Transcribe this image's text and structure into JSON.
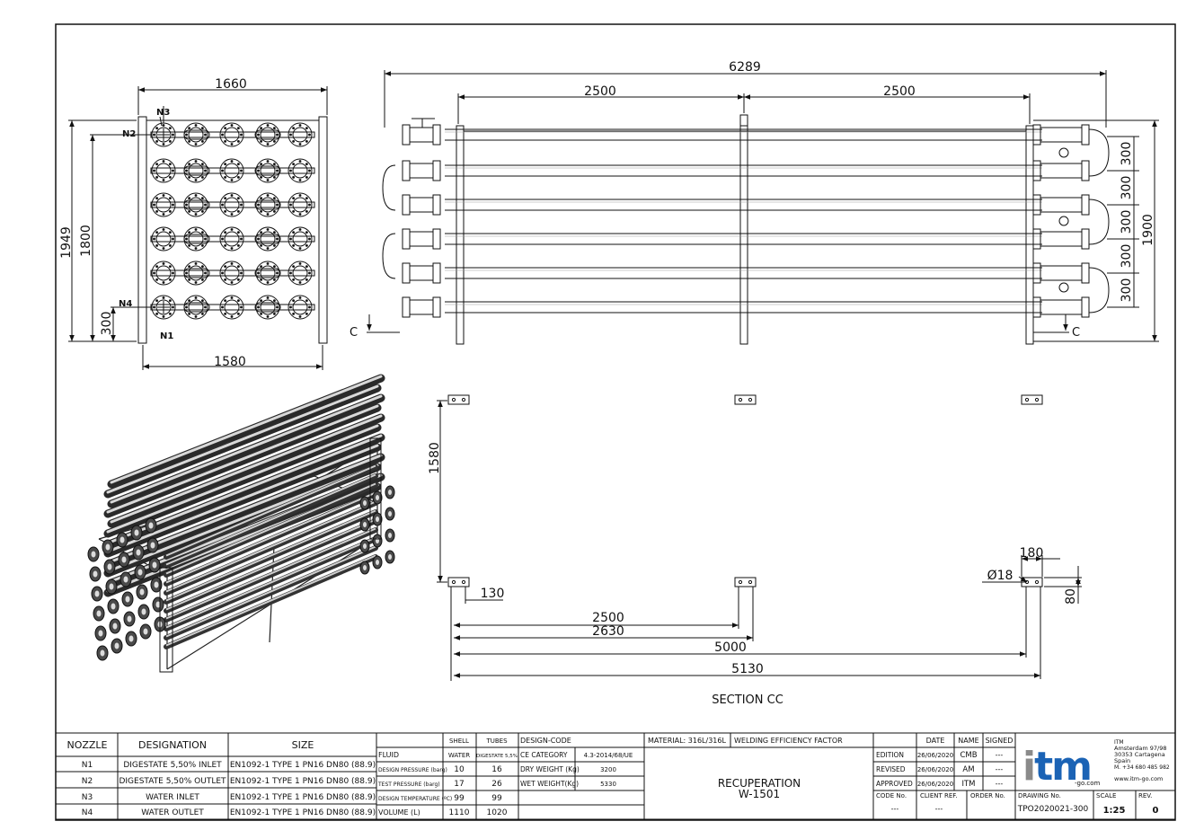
{
  "front_view": {
    "dim_top": "1660",
    "dim_bottom": "1580",
    "dim_height_outer": "1949",
    "dim_height_inner": "1800",
    "dim_low": "300",
    "nozzle_labels": [
      "N3",
      "N2",
      "N4",
      "N1"
    ]
  },
  "side_view": {
    "dim_overall": "6289",
    "dim_left_span": "2500",
    "dim_right_span": "2500",
    "dim_right_height": "1900",
    "dim_pitches": [
      "300",
      "300",
      "300",
      "300",
      "300"
    ],
    "section_left": "C",
    "section_right": "C"
  },
  "section_view": {
    "dim_height": "1580",
    "dim_130": "130",
    "dim_180": "180",
    "dim_hole": "Ø18",
    "dim_80": "80",
    "dim_2500": "2500",
    "dim_2630": "2630",
    "dim_5000": "5000",
    "dim_5130": "5130",
    "caption": "SECTION CC"
  },
  "nozzle_table": {
    "headers": [
      "NOZZLE",
      "DESIGNATION",
      "SIZE"
    ],
    "rows": [
      [
        "N1",
        "DIGESTATE 5,50% INLET",
        "EN1092-1 TYPE 1 PN16 DN80 (88.9)"
      ],
      [
        "N2",
        "DIGESTATE 5,50% OUTLET",
        "EN1092-1 TYPE 1 PN16 DN80 (88.9)"
      ],
      [
        "N3",
        "WATER INLET",
        "EN1092-1 TYPE 1 PN16 DN80 (88.9)"
      ],
      [
        "N4",
        "WATER OUTLET",
        "EN1092-1 TYPE 1 PN16 DN80 (88.9)"
      ]
    ]
  },
  "design_table": {
    "col_shell": "SHELL",
    "col_tubes": "TUBES",
    "col_code": "DESIGN-CODE",
    "rows": [
      [
        "FLUID",
        "WATER",
        "DIGESTATE 5,5%",
        "CE CATEGORY",
        "4.3-2014/68/UE"
      ],
      [
        "DESIGN PRESSURE (barg)",
        "10",
        "16",
        "DRY WEIGHT (Kg)",
        "3200"
      ],
      [
        "TEST PRESSURE (barg)",
        "17",
        "26",
        "WET WEIGHT(Kg)",
        "5330"
      ],
      [
        "DESIGN TEMPERATURE (ºC)",
        "99",
        "99",
        "",
        ""
      ],
      [
        "VOLUME (L)",
        "1110",
        "1020",
        "",
        ""
      ]
    ]
  },
  "title_block": {
    "material": "MATERIAL: 316L/316L",
    "welding": "WELDING EFFICIENCY FACTOR",
    "title_line1": "RECUPERATION",
    "title_line2": "W-1501",
    "rev_headers": [
      "DATE",
      "NAME",
      "SIGNED"
    ],
    "rev_rows": [
      [
        "EDITION",
        "26/06/2020",
        "CMB",
        "---"
      ],
      [
        "REVISED",
        "26/06/2020",
        "AM",
        "---"
      ],
      [
        "APPROVED",
        "26/06/2020",
        "ITM",
        "---"
      ]
    ],
    "code_label": "CODE No.",
    "client_label": "CLIENT REF.",
    "order_label": "ORDER No.",
    "code_value": "---",
    "client_value": "---",
    "drawing_label": "DRAWING No.",
    "drawing_value": "TPO2020021-300",
    "scale_label": "SCALE",
    "scale_value": "1:25",
    "rev_label": "REV.",
    "rev_value": "0",
    "logo_text": "itm",
    "logo_sub": "-go.com",
    "company": [
      "ITM",
      "Amsterdam 97/98",
      "30353 Cartagena",
      "Spain",
      "M. +34 680 485 982"
    ],
    "website": "www.itm-go.com",
    "colors": {
      "logo_gray": "#8a8a8a",
      "logo_blue": "#1b63b5"
    }
  }
}
